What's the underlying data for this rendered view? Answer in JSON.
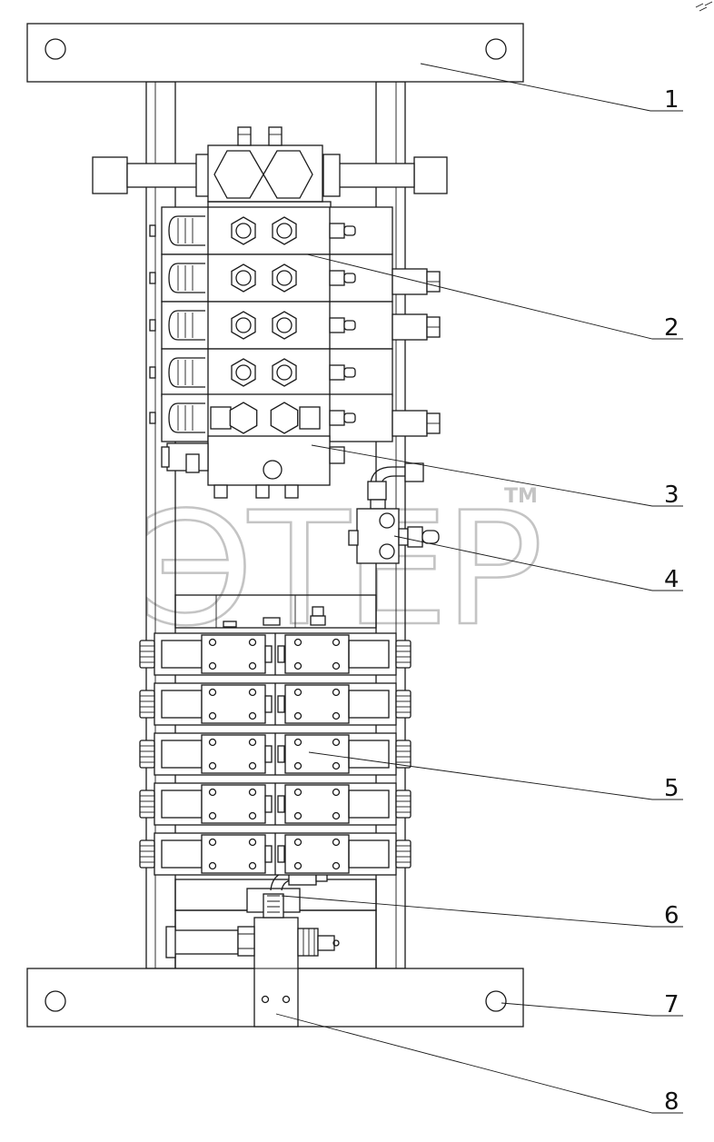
{
  "watermark": {
    "text": "ЭТЕР",
    "mark": "TM"
  },
  "callouts": [
    {
      "label": "1",
      "part": "top-bracket"
    },
    {
      "label": "2",
      "part": "sectional-valve-block"
    },
    {
      "label": "3",
      "part": "valve-end-plate"
    },
    {
      "label": "4",
      "part": "fitting-block"
    },
    {
      "label": "5",
      "part": "solenoid-valve-stack"
    },
    {
      "label": "6",
      "part": "connector-block"
    },
    {
      "label": "7",
      "part": "mounting-hole"
    },
    {
      "label": "8",
      "part": "bottom-mount-plate"
    }
  ]
}
